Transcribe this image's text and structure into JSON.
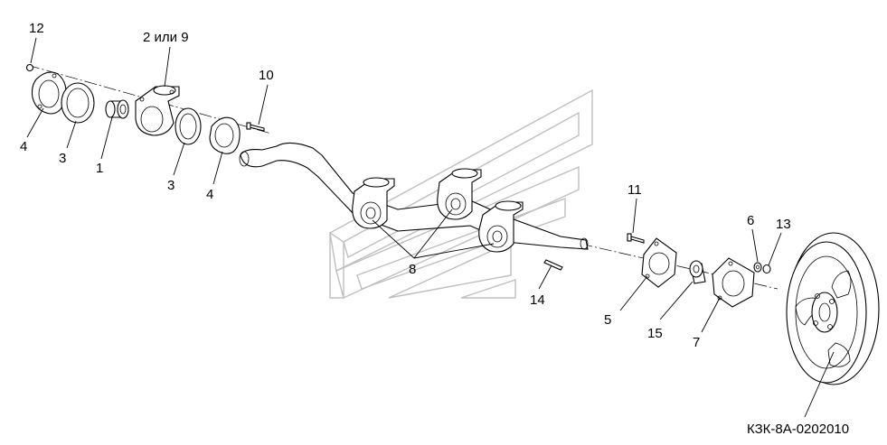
{
  "callouts": {
    "c12": "12",
    "c2or9": "2 или 9",
    "c10": "10",
    "c4a": "4",
    "c3a": "3",
    "c1": "1",
    "c3b": "3",
    "c4b": "4",
    "c8": "8",
    "c11": "11",
    "c6": "6",
    "c13": "13",
    "c14": "14",
    "c5": "5",
    "c15": "15",
    "c7": "7"
  },
  "drawing_code": "КЗК-8А-0202010"
}
